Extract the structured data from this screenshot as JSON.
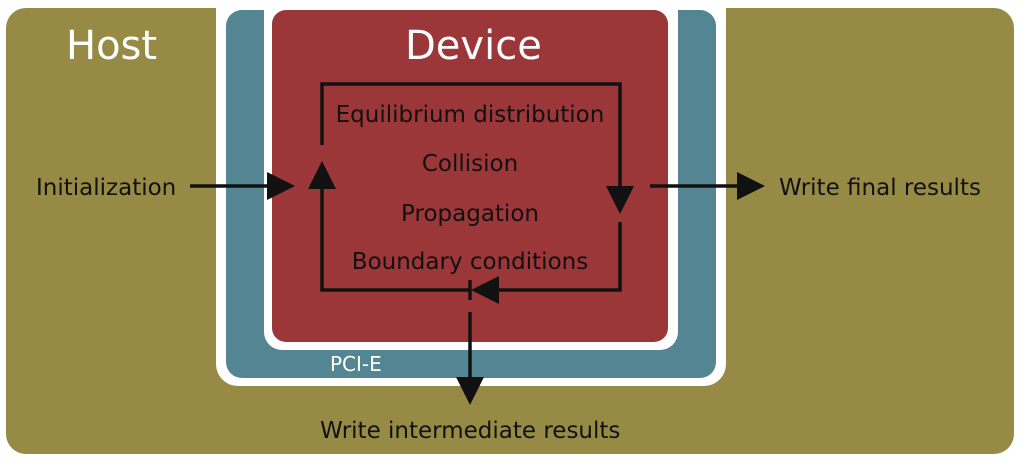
{
  "host": {
    "title": "Host"
  },
  "device": {
    "title": "Device",
    "steps": [
      "Equilibrium distribution",
      "Collision",
      "Propagation",
      "Boundary conditions"
    ]
  },
  "bus": {
    "label": "PCI-E"
  },
  "flow": {
    "input": "Initialization",
    "final_output": "Write final results",
    "intermediate_output": "Write intermediate results"
  },
  "colors": {
    "host": "#968a45",
    "pcie": "#548592",
    "device": "#9b3639",
    "arrow": "#111111"
  }
}
